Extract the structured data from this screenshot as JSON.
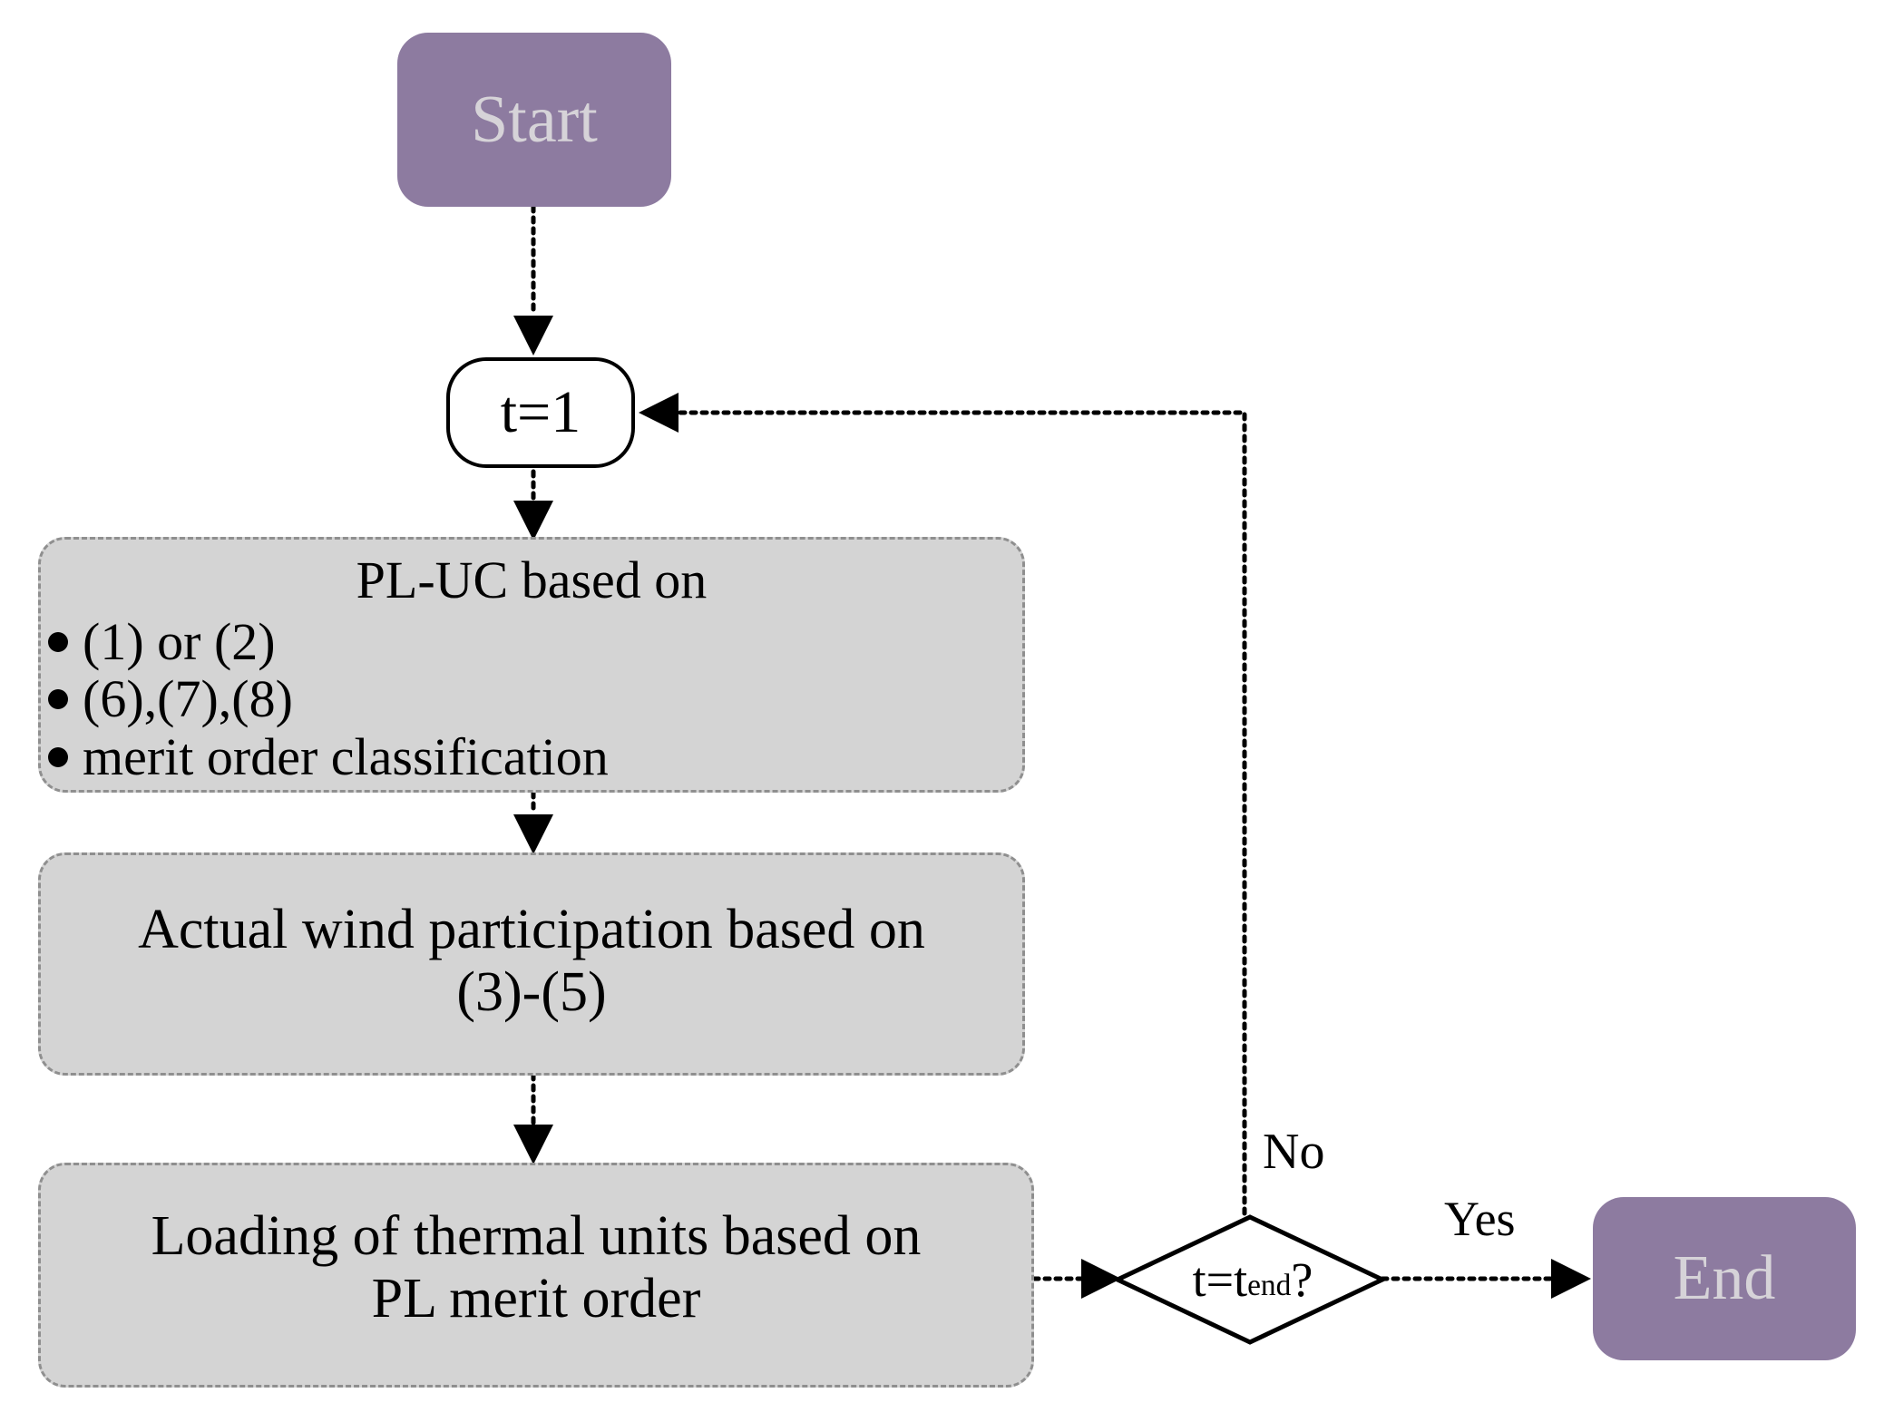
{
  "diagram": {
    "type": "flowchart",
    "background_color": "#ffffff",
    "terminal_fill": "#8d7ba0",
    "terminal_text_color": "#d6d3d8",
    "process_fill": "#d4d4d4",
    "process_border_color": "#8f8f8f",
    "connector_color": "#000000"
  },
  "nodes": {
    "start": {
      "label": "Start",
      "shape": "rounded-rectangle"
    },
    "init": {
      "label": "t=1",
      "shape": "pill"
    },
    "pluc": {
      "title": "PL-UC based on",
      "bullets": [
        "(1) or (2)",
        "(6),(7),(8)",
        "merit order classification"
      ],
      "shape": "rounded-rectangle"
    },
    "wind": {
      "line1": "Actual wind participation based on",
      "line2": "(3)-(5)",
      "shape": "rounded-rectangle"
    },
    "loading": {
      "line1": "Loading of thermal units based on",
      "line2": "PL merit order",
      "shape": "rounded-rectangle"
    },
    "decision": {
      "label_prefix": "t=t",
      "label_subscript": "end",
      "label_suffix": "?",
      "shape": "diamond"
    },
    "end": {
      "label": "End",
      "shape": "rounded-rectangle"
    }
  },
  "edge_labels": {
    "no": "No",
    "yes": "Yes"
  }
}
